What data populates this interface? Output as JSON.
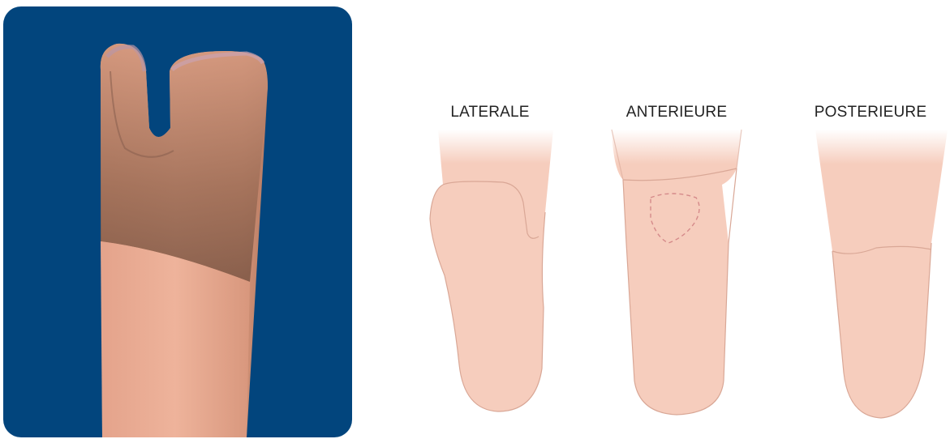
{
  "photo": {
    "panel_color": "#02457d",
    "subject": "prosthetic-liner-photo"
  },
  "views": {
    "laterale": {
      "label": "LATERALE"
    },
    "anterieure": {
      "label": "ANTERIEURE"
    },
    "posterieure": {
      "label": "POSTERIEURE"
    }
  },
  "colors": {
    "skin": "#f6cdbd",
    "outline": "#d9a796",
    "dashed": "#d58a8a"
  }
}
